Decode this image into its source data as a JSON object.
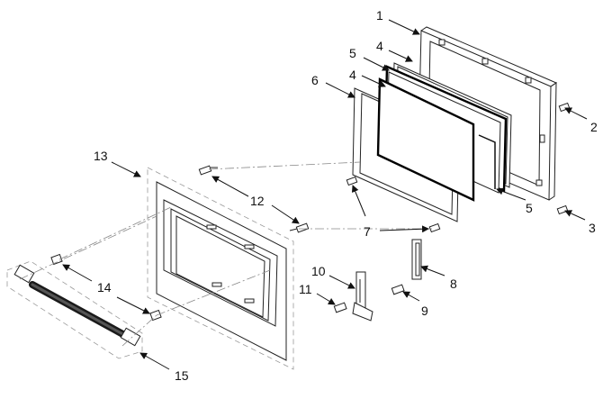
{
  "callouts": [
    {
      "id": "1",
      "text": "1"
    },
    {
      "id": "2",
      "text": "2"
    },
    {
      "id": "3",
      "text": "3"
    },
    {
      "id": "4a",
      "text": "4"
    },
    {
      "id": "4b",
      "text": "4"
    },
    {
      "id": "5a",
      "text": "5"
    },
    {
      "id": "5b",
      "text": "5"
    },
    {
      "id": "6",
      "text": "6"
    },
    {
      "id": "7",
      "text": "7"
    },
    {
      "id": "8",
      "text": "8"
    },
    {
      "id": "9",
      "text": "9"
    },
    {
      "id": "10",
      "text": "10"
    },
    {
      "id": "11",
      "text": "11"
    },
    {
      "id": "12",
      "text": "12"
    },
    {
      "id": "13",
      "text": "13"
    },
    {
      "id": "14",
      "text": "14"
    },
    {
      "id": "15",
      "text": "15"
    }
  ]
}
